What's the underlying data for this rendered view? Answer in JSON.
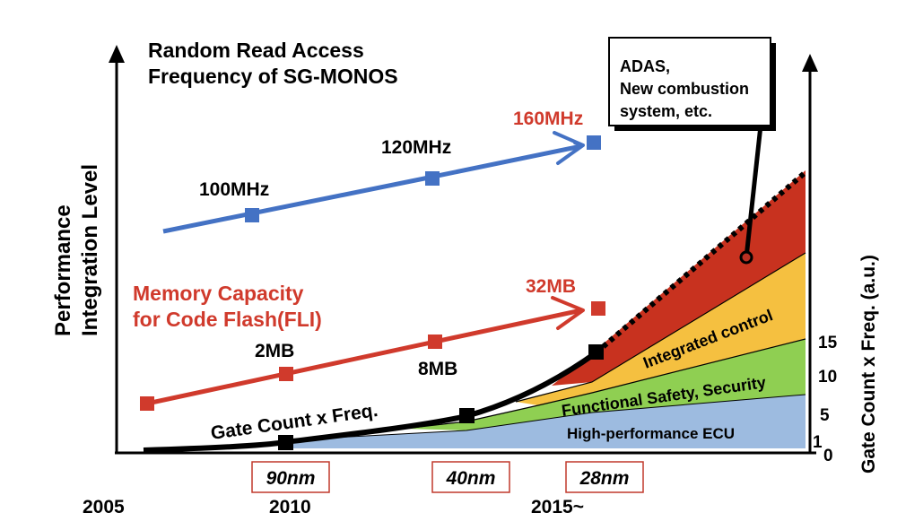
{
  "colors": {
    "blue": "#4472c4",
    "red": "#d03a2c",
    "black": "#000000",
    "ecu_fill": "#9dbbe0",
    "safety_fill": "#8fcf52",
    "control_fill": "#f5c040",
    "adas_fill": "#c8321f",
    "node_red": "#b92f22"
  },
  "chart_data": {
    "type": "line",
    "x_tick_labels": [
      "2005",
      "2010",
      "2015~"
    ],
    "x_categories": [
      2006.5,
      2009.5,
      2012.8,
      2015.6
    ],
    "y_left_label_lines": [
      "Performance",
      "Integration Level"
    ],
    "y_right_label": "Gate Count x Freq. (a.u.)",
    "y_right_ticks": [
      "0",
      "1",
      "5",
      "10",
      "15"
    ],
    "process_nodes": [
      "90nm",
      "40nm",
      "28nm"
    ],
    "series": [
      {
        "name_lines": [
          "Random Read Access",
          "Frequency of SG-MONOS"
        ],
        "points": [
          {
            "x": 2009.5,
            "label": "100MHz"
          },
          {
            "x": 2012.8,
            "label": "120MHz"
          },
          {
            "x": 2015.6,
            "label": "160MHz"
          }
        ]
      },
      {
        "name_lines": [
          "Memory Capacity",
          "for Code Flash(FLI)"
        ],
        "points": [
          {
            "x": 2006.5,
            "label": ""
          },
          {
            "x": 2009.5,
            "label": "2MB"
          },
          {
            "x": 2012.8,
            "label": "8MB"
          },
          {
            "x": 2015.6,
            "label": "32MB"
          }
        ]
      },
      {
        "name": "Gate Count x Freq.",
        "x": [
          2009.5,
          2012.8,
          2015.6
        ]
      }
    ],
    "areas": [
      {
        "label": "High-performance ECU"
      },
      {
        "label": "Functional Safety, Security"
      },
      {
        "label": "Integrated control"
      },
      {
        "label_lines": [
          "ADAS,",
          "New combustion",
          "system, etc."
        ]
      }
    ]
  }
}
